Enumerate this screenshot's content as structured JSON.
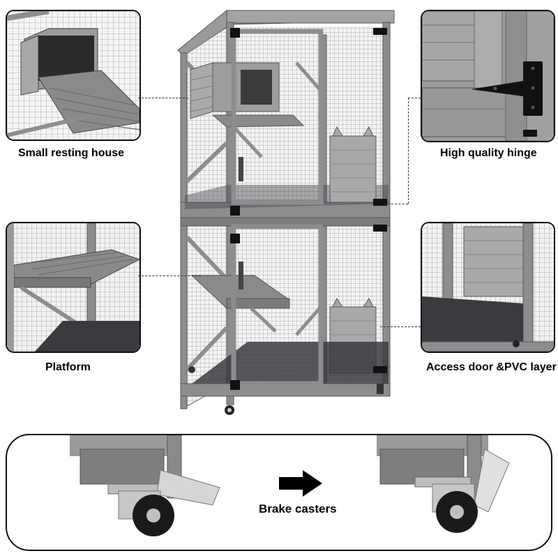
{
  "features": {
    "resting_house": {
      "label": "Small resting house",
      "icon": "small-house-photo"
    },
    "hinge": {
      "label": "High quality hinge",
      "icon": "hinge-photo"
    },
    "platform": {
      "label": "Platform",
      "icon": "platform-photo"
    },
    "access_door": {
      "label": "Access door &PVC layer",
      "icon": "access-door-photo"
    }
  },
  "casters": {
    "label": "Brake casters",
    "icon": "arrow-right-icon"
  },
  "colors": {
    "wood": "#8d8d8f",
    "wood_dark": "#5f5f62",
    "wood_light": "#b9b9bb",
    "floor": "#3a3a3f",
    "accent": "#000000"
  }
}
